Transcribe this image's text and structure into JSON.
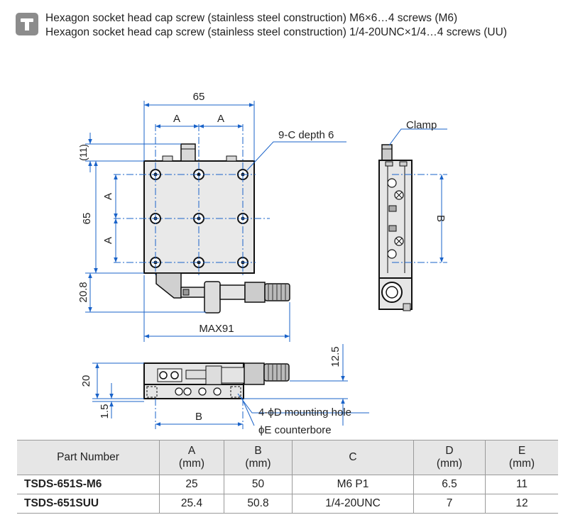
{
  "header": {
    "icon": "info-tag-icon",
    "line1": "Hexagon socket head cap screw (stainless steel construction) M6×6…4 screws (M6)",
    "line2": "Hexagon socket head cap screw (stainless steel construction) 1/4-20UNC×1/4…4 screws (UU)"
  },
  "drawing": {
    "top_view": {
      "width_dim": "65",
      "a_left": "A",
      "a_right": "A",
      "hole_note": "9-C depth 6",
      "dim_11": "(11)",
      "dim_65": "65",
      "a_upper": "A",
      "a_lower": "A",
      "dim_20_8": "20.8",
      "max_dim": "MAX91"
    },
    "side_view": {
      "clamp_label": "Clamp",
      "b_dim": "B"
    },
    "front_view": {
      "dim_20": "20",
      "dim_1_5": "1.5",
      "dim_12_5": "12.5",
      "b_dim": "B",
      "mounting_hole": "4-ϕD mounting hole",
      "counterbore": "ϕE counterbore"
    }
  },
  "table": {
    "headers": [
      {
        "main": "Part Number",
        "unit": ""
      },
      {
        "main": "A",
        "unit": "(mm)"
      },
      {
        "main": "B",
        "unit": "(mm)"
      },
      {
        "main": "C",
        "unit": ""
      },
      {
        "main": "D",
        "unit": "(mm)"
      },
      {
        "main": "E",
        "unit": "(mm)"
      }
    ],
    "rows": [
      [
        "TSDS-651S-M6",
        "25",
        "50",
        "M6 P1",
        "6.5",
        "11"
      ],
      [
        "TSDS-651SUU",
        "25.4",
        "50.8",
        "1/4-20UNC",
        "7",
        "12"
      ]
    ]
  }
}
